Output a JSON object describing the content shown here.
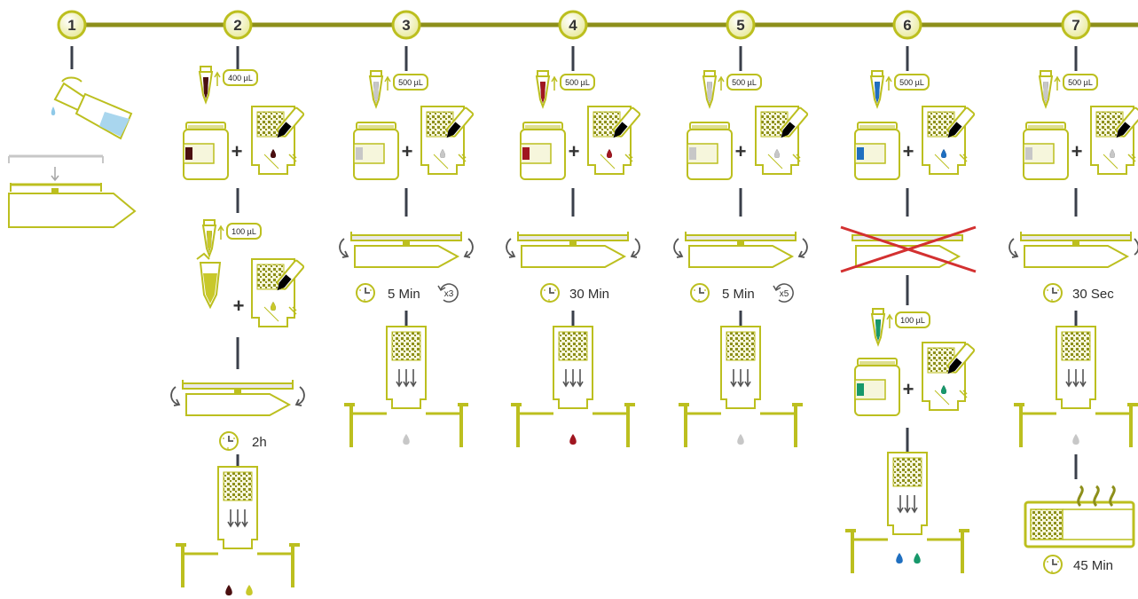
{
  "colors": {
    "olive": "#bcbf1f",
    "olive_dark": "#8d8f1a",
    "olive_fill": "#f6f6dc",
    "connector": "#3a3f4a",
    "light_blue": "#a9d6ee",
    "water": "#8fc9e8",
    "dark_red_brown": "#4a0f10",
    "yellow_green": "#c8c82a",
    "grey": "#c7c7c7",
    "red": "#a01620",
    "blue": "#1f6fc0",
    "green": "#17986b",
    "cross": "#d33030"
  },
  "steps": [
    {
      "number": "1"
    },
    {
      "number": "2",
      "vol_a": "400 µL",
      "vol_b": "100 µL",
      "time": "2h"
    },
    {
      "number": "3",
      "vol_a": "500 µL",
      "time": "5 Min",
      "repeat": "x3"
    },
    {
      "number": "4",
      "vol_a": "500 µL",
      "time": "30 Min"
    },
    {
      "number": "5",
      "vol_a": "500 µL",
      "time": "5 Min",
      "repeat": "x5"
    },
    {
      "number": "6",
      "vol_a": "500 µL",
      "vol_b": "100 µL"
    },
    {
      "number": "7",
      "vol_a": "500 µL",
      "time": "30 Sec",
      "time_b": "45 Min"
    }
  ],
  "icons": {
    "step_badge": "step-number-circle",
    "pour": "pour-bottle-icon",
    "pipette": "pipette-icon",
    "vial": "vial-icon",
    "cartridge": "cartridge-icon",
    "shaker": "shaker-icon",
    "clock": "clock-icon",
    "repeat": "repeat-icon",
    "vacuum": "vacuum-manifold-icon",
    "oven": "oven-heat-icon",
    "cross": "cross-out-icon"
  }
}
